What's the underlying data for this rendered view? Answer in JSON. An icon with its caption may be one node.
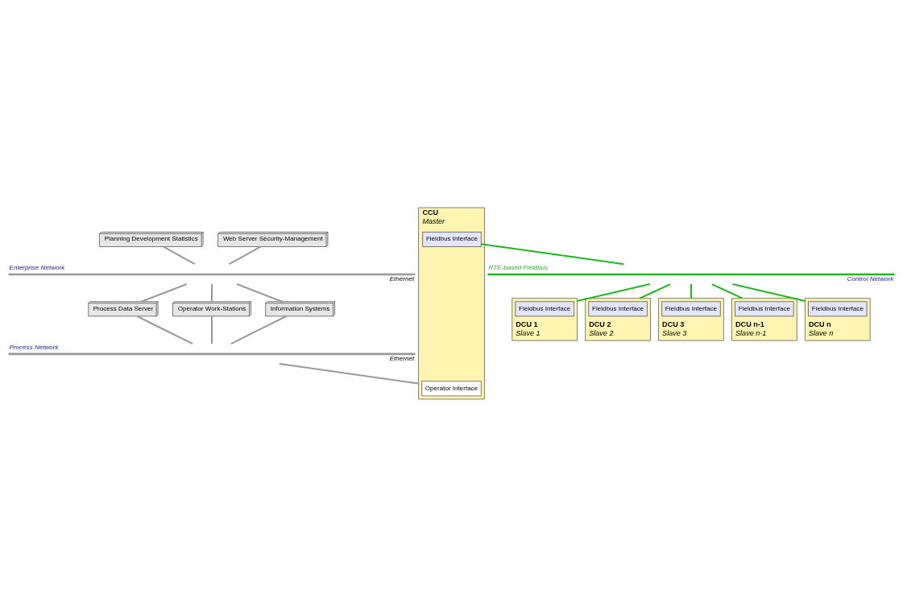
{
  "diagram": {
    "nodes": [
      {
        "text": [
          "Planning Development Statistics"
        ]
      },
      {
        "text": [
          "Web Server Security-Management"
        ]
      },
      {
        "text": [],
        "shape": "bar",
        "beside": [
          "Enterprise Network",
          "Ethernet"
        ]
      },
      {
        "text": [
          "Process Data Server"
        ]
      },
      {
        "text": [
          "Operator Work-Stations"
        ]
      },
      {
        "text": [
          "Information Systems"
        ]
      },
      {
        "text": [],
        "shape": "bar",
        "beside": [
          "Process Network",
          "Ethernet"
        ]
      },
      {
        "text": [
          "CCU"
        ],
        "beside": [
          "Master"
        ]
      },
      {
        "text": [
          "Operator Interface"
        ],
        "in": 7
      },
      {
        "text": [
          "Fieldbus Interface"
        ],
        "in": 7
      },
      {
        "text": [],
        "shape": "bar",
        "beside": [
          "RTE-based Fieldbus",
          "Control Network"
        ]
      },
      {
        "text": [
          "DCU 1"
        ],
        "beside": [
          "Slave 1"
        ]
      },
      {
        "text": [
          "Fieldbus Interface"
        ],
        "in": 11
      },
      {
        "text": [
          "DCU 2"
        ],
        "beside": [
          "Slave 2"
        ]
      },
      {
        "text": [
          "Fieldbus Interface"
        ],
        "in": 13
      },
      {
        "text": [
          "DCU 3"
        ],
        "beside": [
          "Slave 3"
        ]
      },
      {
        "text": [
          "Fieldbus Interface"
        ],
        "in": 15
      },
      {
        "text": [
          "DCU n-1"
        ],
        "beside": [
          "Slave n-1"
        ]
      },
      {
        "text": [
          "Fieldbus Interface"
        ],
        "in": 17
      },
      {
        "text": [
          "DCU n"
        ],
        "beside": [
          "Slave n"
        ]
      },
      {
        "text": [
          "Fieldbus Interface"
        ],
        "in": 19
      }
    ],
    "edges": [
      {
        "from": 0,
        "to": 2,
        "arrow": "none"
      },
      {
        "from": 1,
        "to": 2,
        "arrow": "none"
      },
      {
        "from": 2,
        "to": 3,
        "arrow": "none"
      },
      {
        "from": 2,
        "to": 4,
        "arrow": "none"
      },
      {
        "from": 2,
        "to": 5,
        "arrow": "none"
      },
      {
        "from": 3,
        "to": 6,
        "arrow": "none"
      },
      {
        "from": 4,
        "to": 6,
        "arrow": "none"
      },
      {
        "from": 5,
        "to": 6,
        "arrow": "none"
      },
      {
        "from": 6,
        "to": 7,
        "arrow": "none"
      },
      {
        "from": 9,
        "to": 10,
        "arrow": "none",
        "color": "#1fb81f"
      },
      {
        "from": 10,
        "to": 11,
        "arrow": "none",
        "color": "#1fb81f"
      },
      {
        "from": 10,
        "to": 13,
        "arrow": "none",
        "color": "#1fb81f"
      },
      {
        "from": 10,
        "to": 15,
        "arrow": "none",
        "color": "#1fb81f"
      },
      {
        "from": 10,
        "to": 17,
        "arrow": "none",
        "color": "#1fb81f"
      },
      {
        "from": 10,
        "to": 19,
        "arrow": "none",
        "color": "#1fb81f"
      }
    ]
  }
}
